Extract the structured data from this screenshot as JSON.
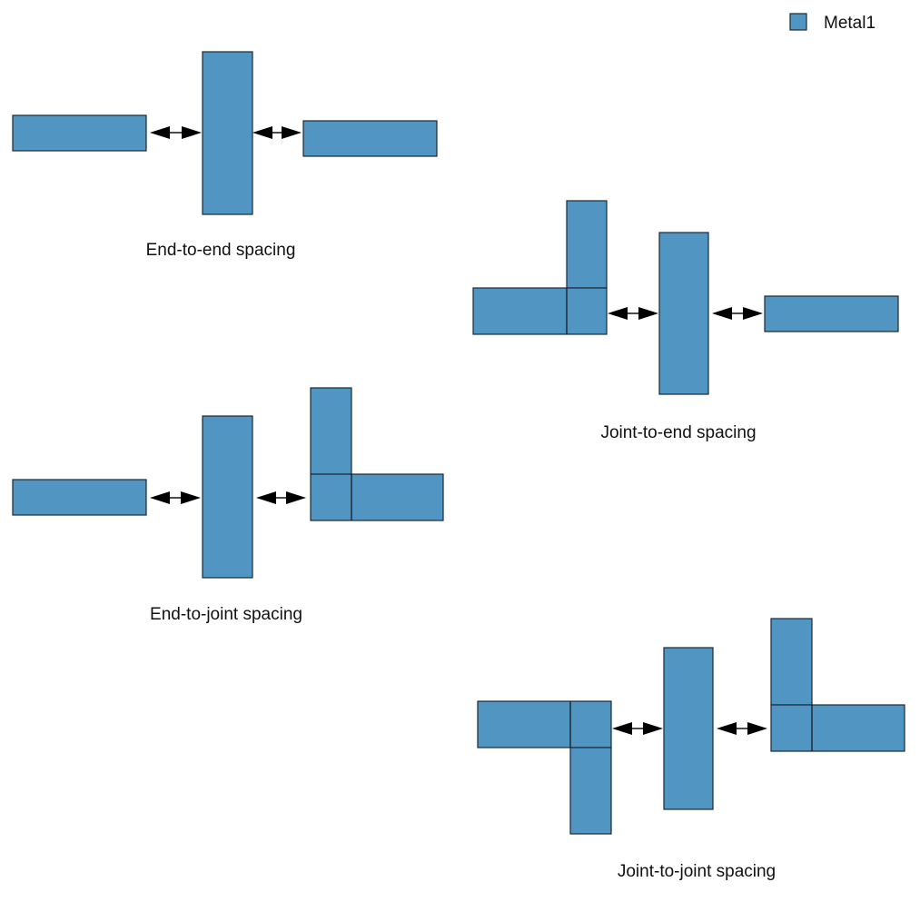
{
  "legend": {
    "items": [
      {
        "label": "Metal1",
        "color": "#5195c3"
      }
    ]
  },
  "diagrams": [
    {
      "id": "end-to-end",
      "label": "End-to-end spacing"
    },
    {
      "id": "joint-to-end",
      "label": "Joint-to-end spacing"
    },
    {
      "id": "end-to-joint",
      "label": "End-to-joint spacing"
    },
    {
      "id": "joint-to-joint",
      "label": "Joint-to-joint spacing"
    }
  ],
  "colors": {
    "metal1_fill": "#5195c3",
    "outline": "#1a2a38",
    "arrow": "#000000",
    "background": "#ffffff"
  }
}
